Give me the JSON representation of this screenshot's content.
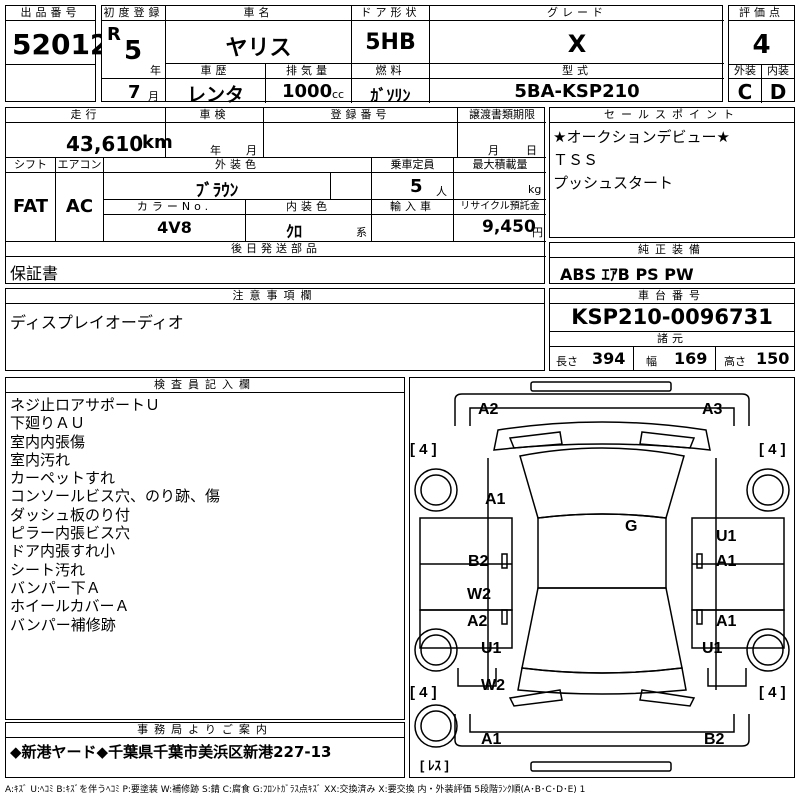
{
  "header": {
    "lot_label": "出品番号",
    "lot": "52012",
    "reg_label": "初度登録",
    "era": "R",
    "year": "5",
    "year_unit": "年",
    "month": "7",
    "month_unit": "月",
    "car_label": "車名",
    "car": "ヤリス",
    "door_label": "ドア形状",
    "door": "5HB",
    "grade_label": "グレード",
    "grade": "X",
    "score_label": "評価点",
    "score": "4",
    "history_label": "車歴",
    "history": "レンタ",
    "disp_label": "排気量",
    "disp": "1000",
    "disp_unit": "cc",
    "fuel_label": "燃料",
    "fuel": "ｶﾞｿﾘﾝ",
    "model_label": "型式",
    "model": "5BA-KSP210",
    "ext_label": "外装",
    "ext": "C",
    "int_label": "内装",
    "int": "D"
  },
  "row2": {
    "mileage_label": "走行",
    "mileage": "43,610",
    "mileage_unit": "km",
    "inspect_label": "車検",
    "inspect_year": "年",
    "inspect_month": "月",
    "regno_label": "登録番号",
    "transfer_label": "譲渡書類期限",
    "transfer_month": "月",
    "transfer_day": "日",
    "shift_label": "シフト",
    "shift": "FAT",
    "ac_label": "エアコン",
    "ac": "AC",
    "color_label": "外装色",
    "color": "ﾌﾞﾗｳﾝ",
    "seats_label": "乗車定員",
    "seats": "5",
    "seats_unit": "人",
    "load_label": "最大積載量",
    "load_unit": "kg",
    "colorno_label": "カラーNo.",
    "colorno": "4V8",
    "intcolor_label": "内装色",
    "intcolor": "ｸﾛ",
    "intcolor_unit": "系",
    "import_label": "輸入車",
    "recycle_label": "リサイクル預託金",
    "recycle": "9,450",
    "recycle_unit": "円",
    "later_label": "後日発送部品",
    "later": "保証書"
  },
  "sales": {
    "label": "セールスポイント",
    "items": [
      "★オークションデビュー★",
      "ＴＳＳ",
      "プッシュスタート"
    ]
  },
  "equip": {
    "label": "純正装備",
    "value": "ABS ｴｱB PS PW"
  },
  "notes": {
    "label": "注意事項欄",
    "value": "ディスプレイオーディオ"
  },
  "chassis": {
    "label": "車台番号",
    "value": "KSP210-0096731",
    "dims_label": "諸元",
    "len_label": "長さ",
    "len": "394",
    "wid_label": "幅",
    "wid": "169",
    "hgt_label": "高さ",
    "hgt": "150"
  },
  "inspector": {
    "label": "検査員記入欄",
    "items": [
      "ネジ止ロアサポートＵ",
      "下廻りＡＵ",
      "室内内張傷",
      "室内汚れ",
      "カーペットすれ",
      "コンソールビス穴、のり跡、傷",
      "ダッシュ板のり付",
      "ピラー内張ビス穴",
      "ドア内張すれ小",
      "シート汚れ",
      "バンパー下Ａ",
      "ホイールカバーＡ",
      "バンパー補修跡"
    ]
  },
  "diagram": {
    "marks": {
      "a2_front": "A2",
      "a3_front": "A3",
      "a1_fender": "A1",
      "g_glass": "G",
      "u1_r1": "U1",
      "a1_r1": "A1",
      "b2_l": "B2",
      "w2_l1": "W2",
      "a2_l": "A2",
      "a1_r2": "A1",
      "u1_l": "U1",
      "u1_r2": "U1",
      "w2_l2": "W2",
      "a1_rear": "A1",
      "b2_rear": "B2"
    },
    "tires": [
      "[ 4 ]",
      "[ 4 ]",
      "[ 4 ]",
      "[ 4 ]"
    ],
    "spare": "[ ﾚｽ ]"
  },
  "office": {
    "label": "事務局よりご案内",
    "value": "◆新港ヤード◆千葉県千葉市美浜区新港227-13"
  },
  "legend": "A:ｷｽﾞ U:ﾍｺﾐ B:ｷｽﾞを伴うﾍｺﾐ P:要塗装 W:補修跡 S:錆 C:腐食 G:ﾌﾛﾝﾄｶﾞﾗｽ点ｷｽﾞ XX:交換済み X:要交換 内・外装評価 5段階ﾗﾝｸ順(A･B･C･D･E) 1"
}
